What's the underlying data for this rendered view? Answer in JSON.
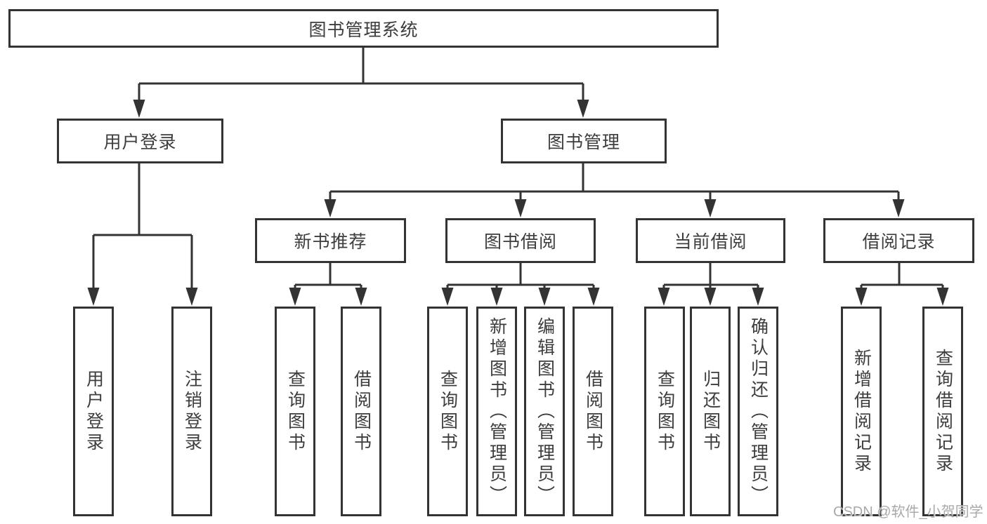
{
  "page": {
    "title": "图书管理系统"
  },
  "colors": {
    "line": "#333333",
    "box_border": "#333333",
    "text": "#3d3d3d",
    "background": "#ffffff",
    "watermark": "#a9a9a9"
  },
  "watermark": {
    "text": "CSDN @软件_小贺同学"
  },
  "diagram": {
    "type": "tree",
    "root": {
      "label": "图书管理系统",
      "children": [
        {
          "label": "用户登录",
          "children": [
            {
              "label": "用户登录"
            },
            {
              "label": "注销登录"
            }
          ]
        },
        {
          "label": "图书管理",
          "children": [
            {
              "label": "新书推荐",
              "children": [
                {
                  "label": "查询图书"
                },
                {
                  "label": "借阅图书"
                }
              ]
            },
            {
              "label": "图书借阅",
              "children": [
                {
                  "label": "查询图书"
                },
                {
                  "label": "新增图书（管理员）"
                },
                {
                  "label": "编辑图书（管理员）"
                },
                {
                  "label": "借阅图书"
                }
              ]
            },
            {
              "label": "当前借阅",
              "children": [
                {
                  "label": "查询图书"
                },
                {
                  "label": "归还图书"
                },
                {
                  "label": "确认归还（管理员）"
                }
              ]
            },
            {
              "label": "借阅记录",
              "children": [
                {
                  "label": "新增借阅记录"
                },
                {
                  "label": "查询借阅记录"
                }
              ]
            }
          ]
        }
      ]
    }
  }
}
